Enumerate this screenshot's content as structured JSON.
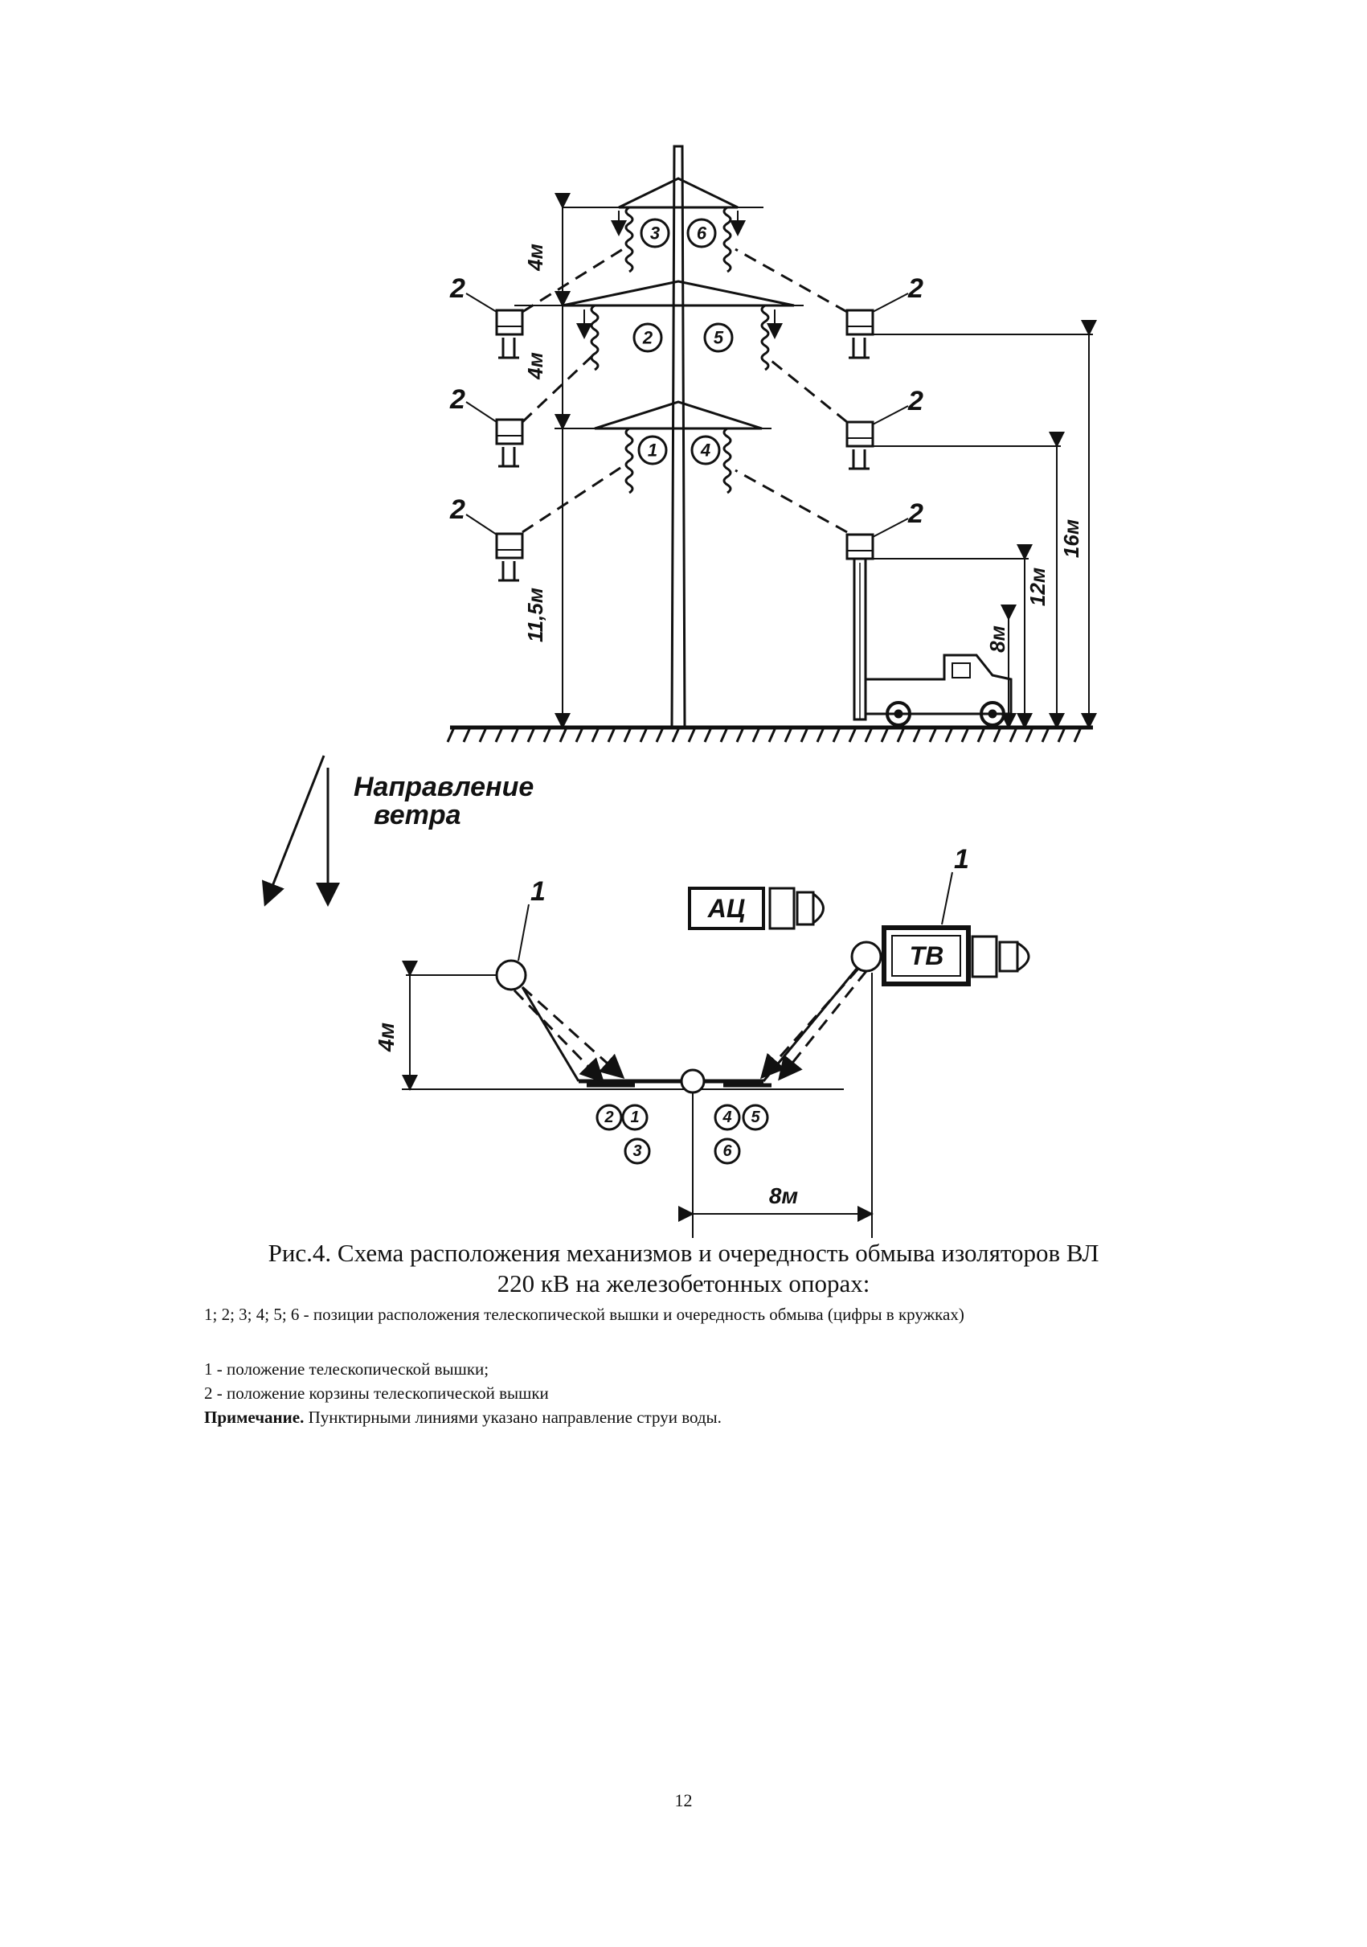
{
  "diagram": {
    "callout_basket": "2",
    "callout_tower": "1",
    "wash_order": [
      "1",
      "2",
      "3",
      "4",
      "5",
      "6"
    ],
    "dim_4m": "4м",
    "dim_115m": "11,5м",
    "dim_8m": "8м",
    "dim_12m": "12м",
    "dim_16m": "16м",
    "wind_line1": "Направление",
    "wind_line2": "ветра",
    "truck_ac": "АЦ",
    "truck_tv": "ТВ"
  },
  "caption": {
    "line1": "Рис.4. Схема расположения механизмов и очередность обмыва изоляторов ВЛ",
    "line2": "220 кВ на железобетонных опорах:"
  },
  "legend": {
    "item1": "1; 2; 3; 4; 5; 6 - позиции расположения телескопической вышки и очередность обмыва (цифры в кружках)",
    "item2": "1 - положение телескопической вышки;",
    "item3": "2 - положение корзины телескопической вышки",
    "note_label": "Примечание.",
    "note_text": " Пунктирными линиями указано направление струи воды."
  },
  "page_number": "12"
}
